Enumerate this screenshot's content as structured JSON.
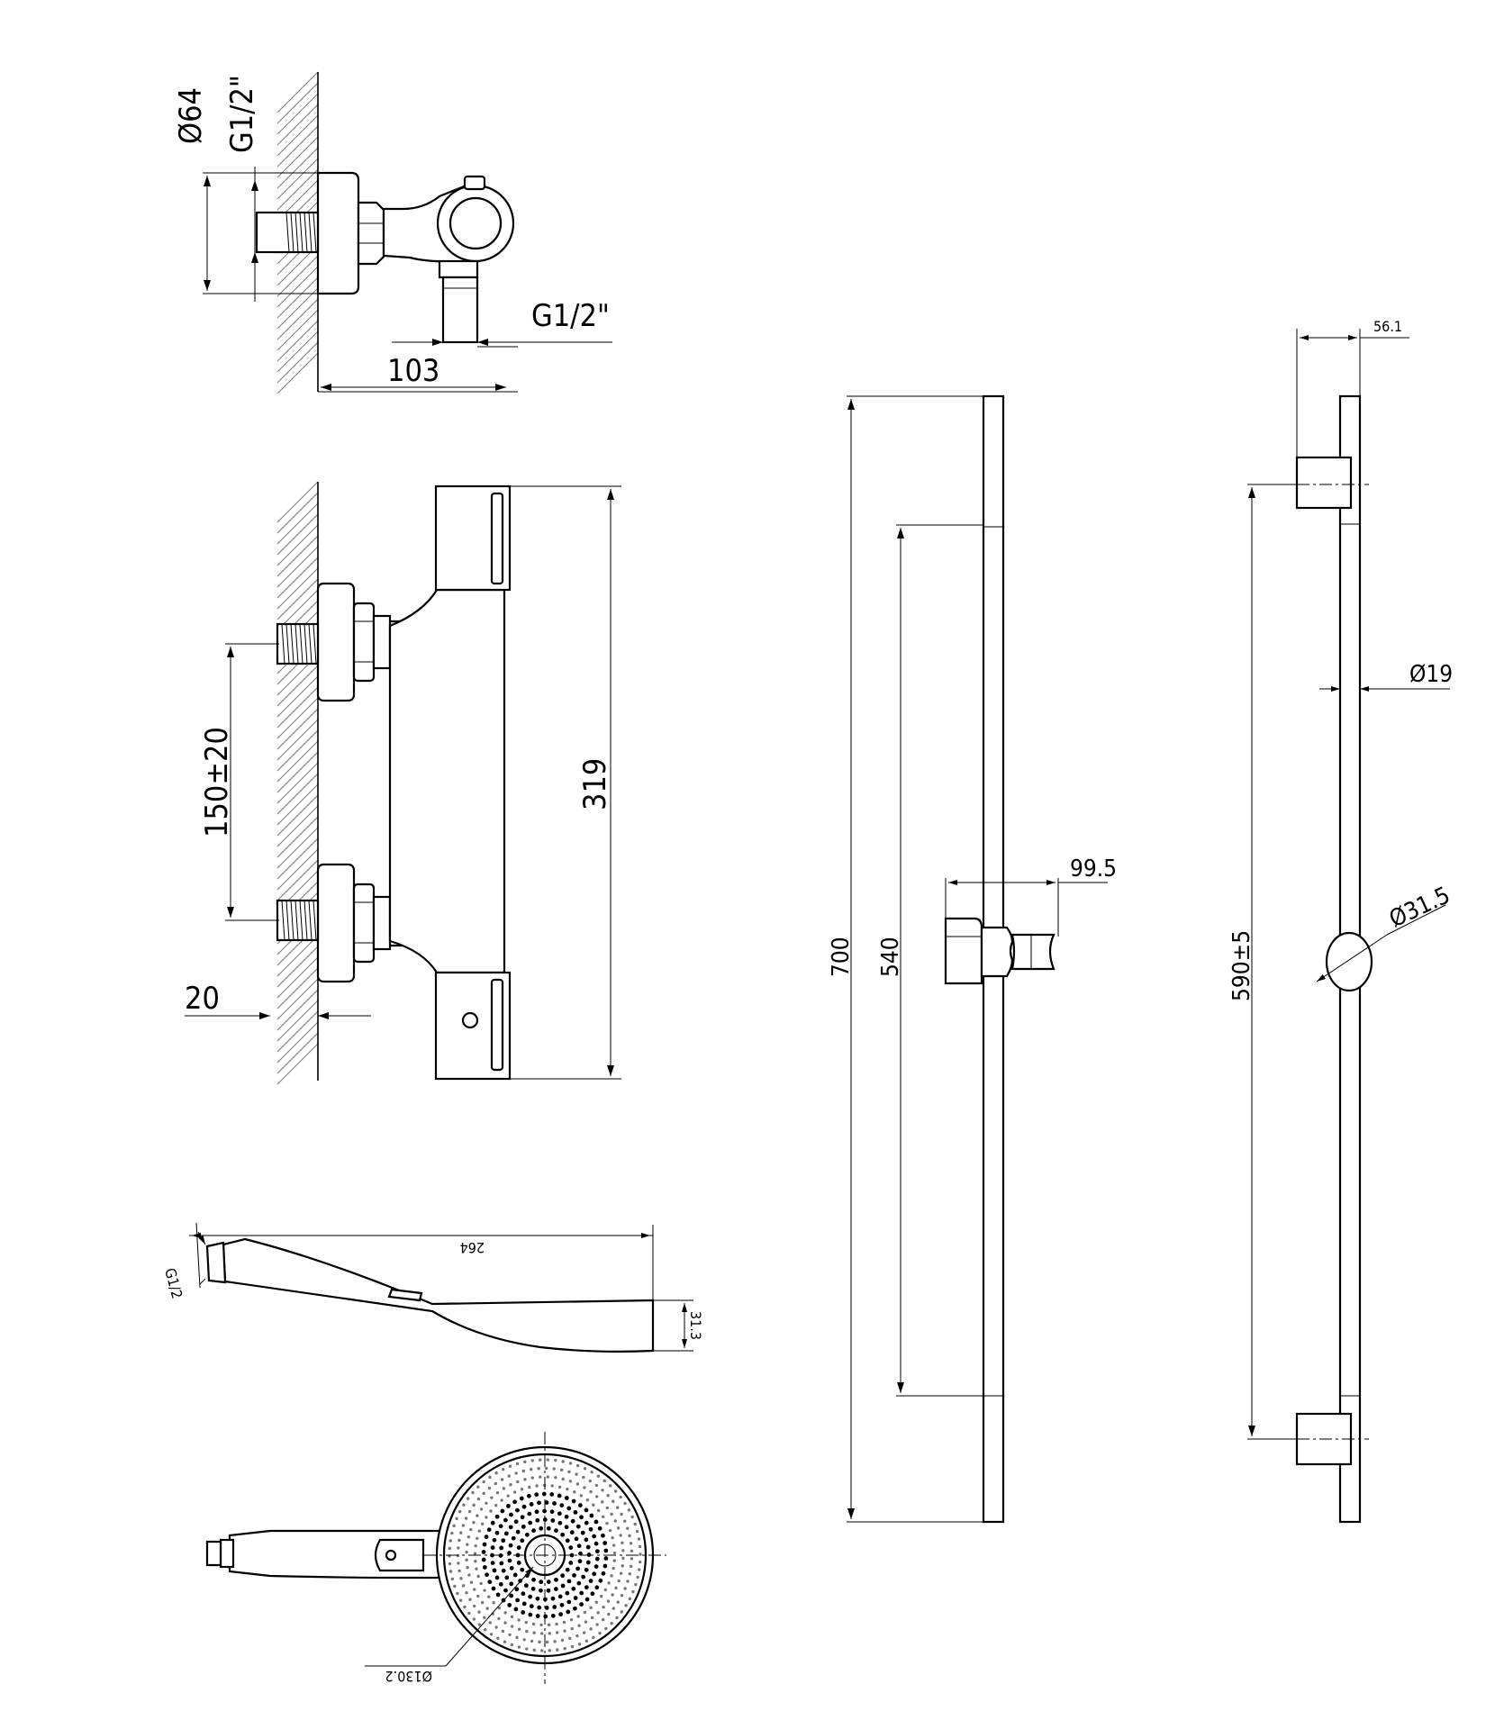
{
  "colors": {
    "line": "#000000",
    "hatch": "#777777",
    "background": "#ffffff"
  },
  "mixer_top_view": {
    "diameter": "Ø64",
    "inlet_thread": "G1/2\"",
    "outlet_thread": "G1/2\"",
    "projection": "103"
  },
  "mixer_front_view": {
    "inlet_spacing": "150±20",
    "height": "319",
    "wall_offset": "20"
  },
  "hand_shower_side": {
    "length": "264",
    "thread": "G1/2",
    "thickness": "31.3"
  },
  "hand_shower_front": {
    "diameter": "Ø130.2"
  },
  "slide_rail_front": {
    "total_length": "700",
    "inner_length": "540",
    "holder_depth": "99.5"
  },
  "slide_rail_side": {
    "wall_offset": "56.1",
    "bracket_spacing": "590±5",
    "bar_diameter": "Ø19",
    "holder_diameter": "Ø31.5"
  }
}
